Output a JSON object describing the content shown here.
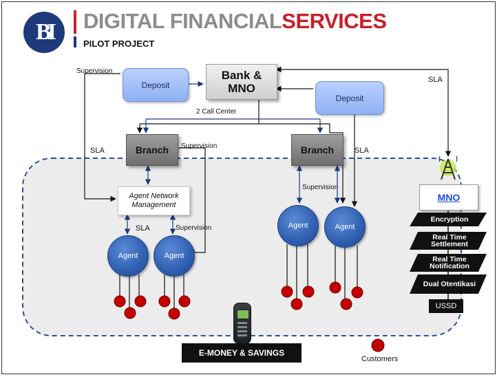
{
  "header": {
    "title_part1": "DIGITAL FINANCIAL",
    "title_part2": "SERVICES",
    "subtitle": "PILOT PROJECT",
    "logo_text": "BI"
  },
  "nodes": {
    "bank": "Bank & MNO",
    "deposit_left": "Deposit",
    "deposit_right": "Deposit",
    "branch_left": "Branch",
    "branch_right": "Branch",
    "agent_network": "Agent Network Management",
    "agent": "Agent",
    "mno": "MNO"
  },
  "labels": {
    "supervision_top": "Supervision",
    "sla_top_right": "SLA",
    "call_center": "2 Call Center",
    "sla_left": "SLA",
    "supervision_branch": "Supervision",
    "sla_right": "SLA",
    "supervision_right": "Supervision",
    "sla_agent": "SLA",
    "supervision_agent": "Supervision"
  },
  "features": [
    "Encryption",
    "Real Time Settlement",
    "Real Time Notification",
    "Dual Otentikasi"
  ],
  "ussd": "USSD",
  "emoney": "E-MONEY & SAVINGS",
  "legend": {
    "customers": "Customers"
  },
  "colors": {
    "title_red": "#c8202a",
    "title_grey": "#8c8c8c",
    "agent_blue": "#2f5fb0",
    "customer_red": "#c40000",
    "deposit_blue": "#9fbdf5"
  }
}
